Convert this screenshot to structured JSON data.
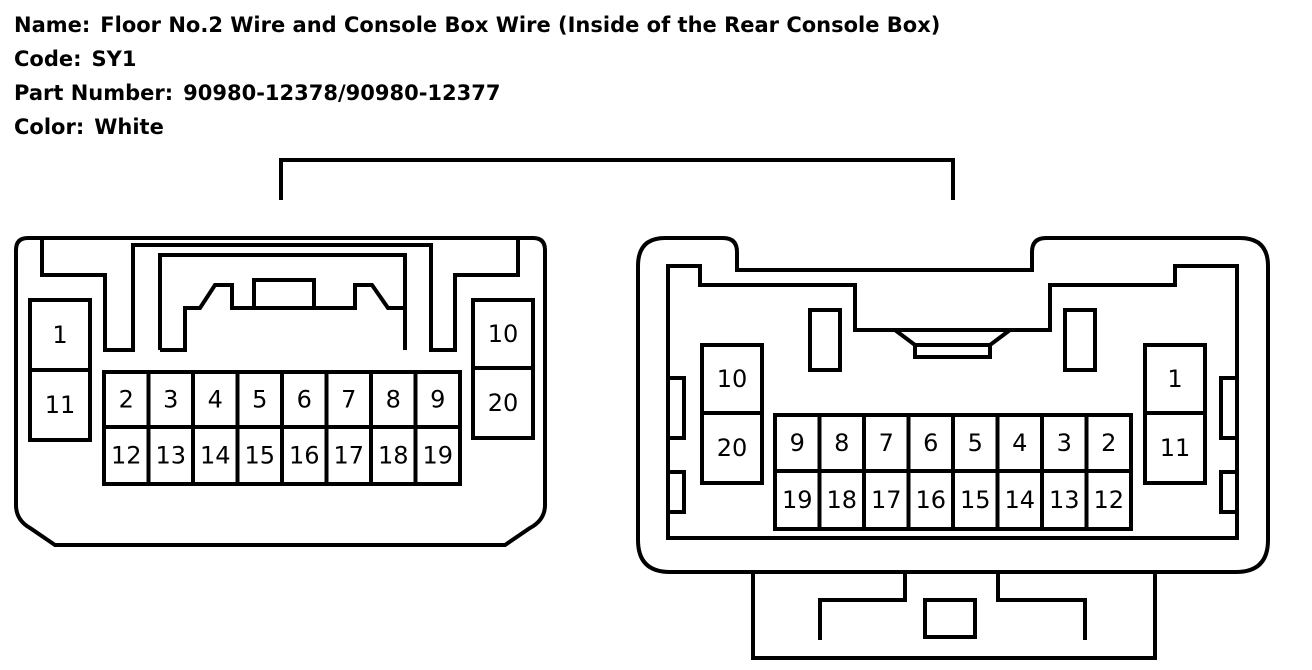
{
  "header": {
    "name_label": "Name:",
    "name_value": "Floor No.2 Wire and Console Box Wire (Inside of the Rear Console Box)",
    "code_label": "Code:",
    "code_value": "SY1",
    "part_label": "Part Number:",
    "part_value": "90980-12378/90980-12377",
    "color_label": "Color:",
    "color_value": "White"
  },
  "connector_left": {
    "side_pins": [
      "1",
      "11",
      "10",
      "20"
    ],
    "row_top": [
      "2",
      "3",
      "4",
      "5",
      "6",
      "7",
      "8",
      "9"
    ],
    "row_bottom": [
      "12",
      "13",
      "14",
      "15",
      "16",
      "17",
      "18",
      "19"
    ]
  },
  "connector_right": {
    "side_pins": [
      "10",
      "20",
      "1",
      "11"
    ],
    "row_top": [
      "9",
      "8",
      "7",
      "6",
      "5",
      "4",
      "3",
      "2"
    ],
    "row_bottom": [
      "19",
      "18",
      "17",
      "16",
      "15",
      "14",
      "13",
      "12"
    ]
  }
}
